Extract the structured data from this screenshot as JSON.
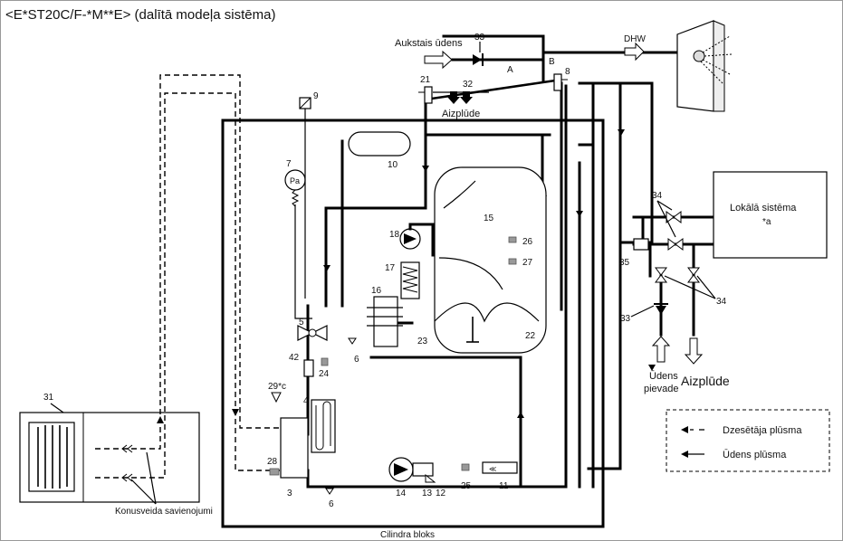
{
  "title": "<E*ST20C/F-*M**E> (dalītā modeļa sistēma)",
  "labels": {
    "cold_water": "Aukstais ūdens",
    "dhw": "DHW",
    "drain_top": "Aizplūde",
    "local_system_line1": "Lokālā sistēma",
    "local_system_line2": "*a",
    "water_supply_line1": "Ūdens",
    "water_supply_line2": "pievade",
    "drain_right": "Aizplūde",
    "flare_connections": "Konusveida savienojumi",
    "cylinder_unit": "Cilindra bloks",
    "valve_a": "A",
    "valve_b": "B",
    "pa": "Pa",
    "sensor_29": "29*c"
  },
  "legend": {
    "refrigerant_flow": "Dzesētāja plūsma",
    "water_flow": "Ūdens plūsma"
  },
  "component_numbers": [
    "3",
    "4",
    "5",
    "6",
    "6",
    "7",
    "8",
    "9",
    "10",
    "11",
    "12",
    "13",
    "14",
    "15",
    "16",
    "17",
    "18",
    "21",
    "22",
    "23",
    "24",
    "25",
    "26",
    "27",
    "28",
    "31",
    "32",
    "33",
    "33",
    "34",
    "34",
    "35",
    "42"
  ],
  "colors": {
    "line": "#000000",
    "sensor": "#999999",
    "background": "#ffffff"
  }
}
